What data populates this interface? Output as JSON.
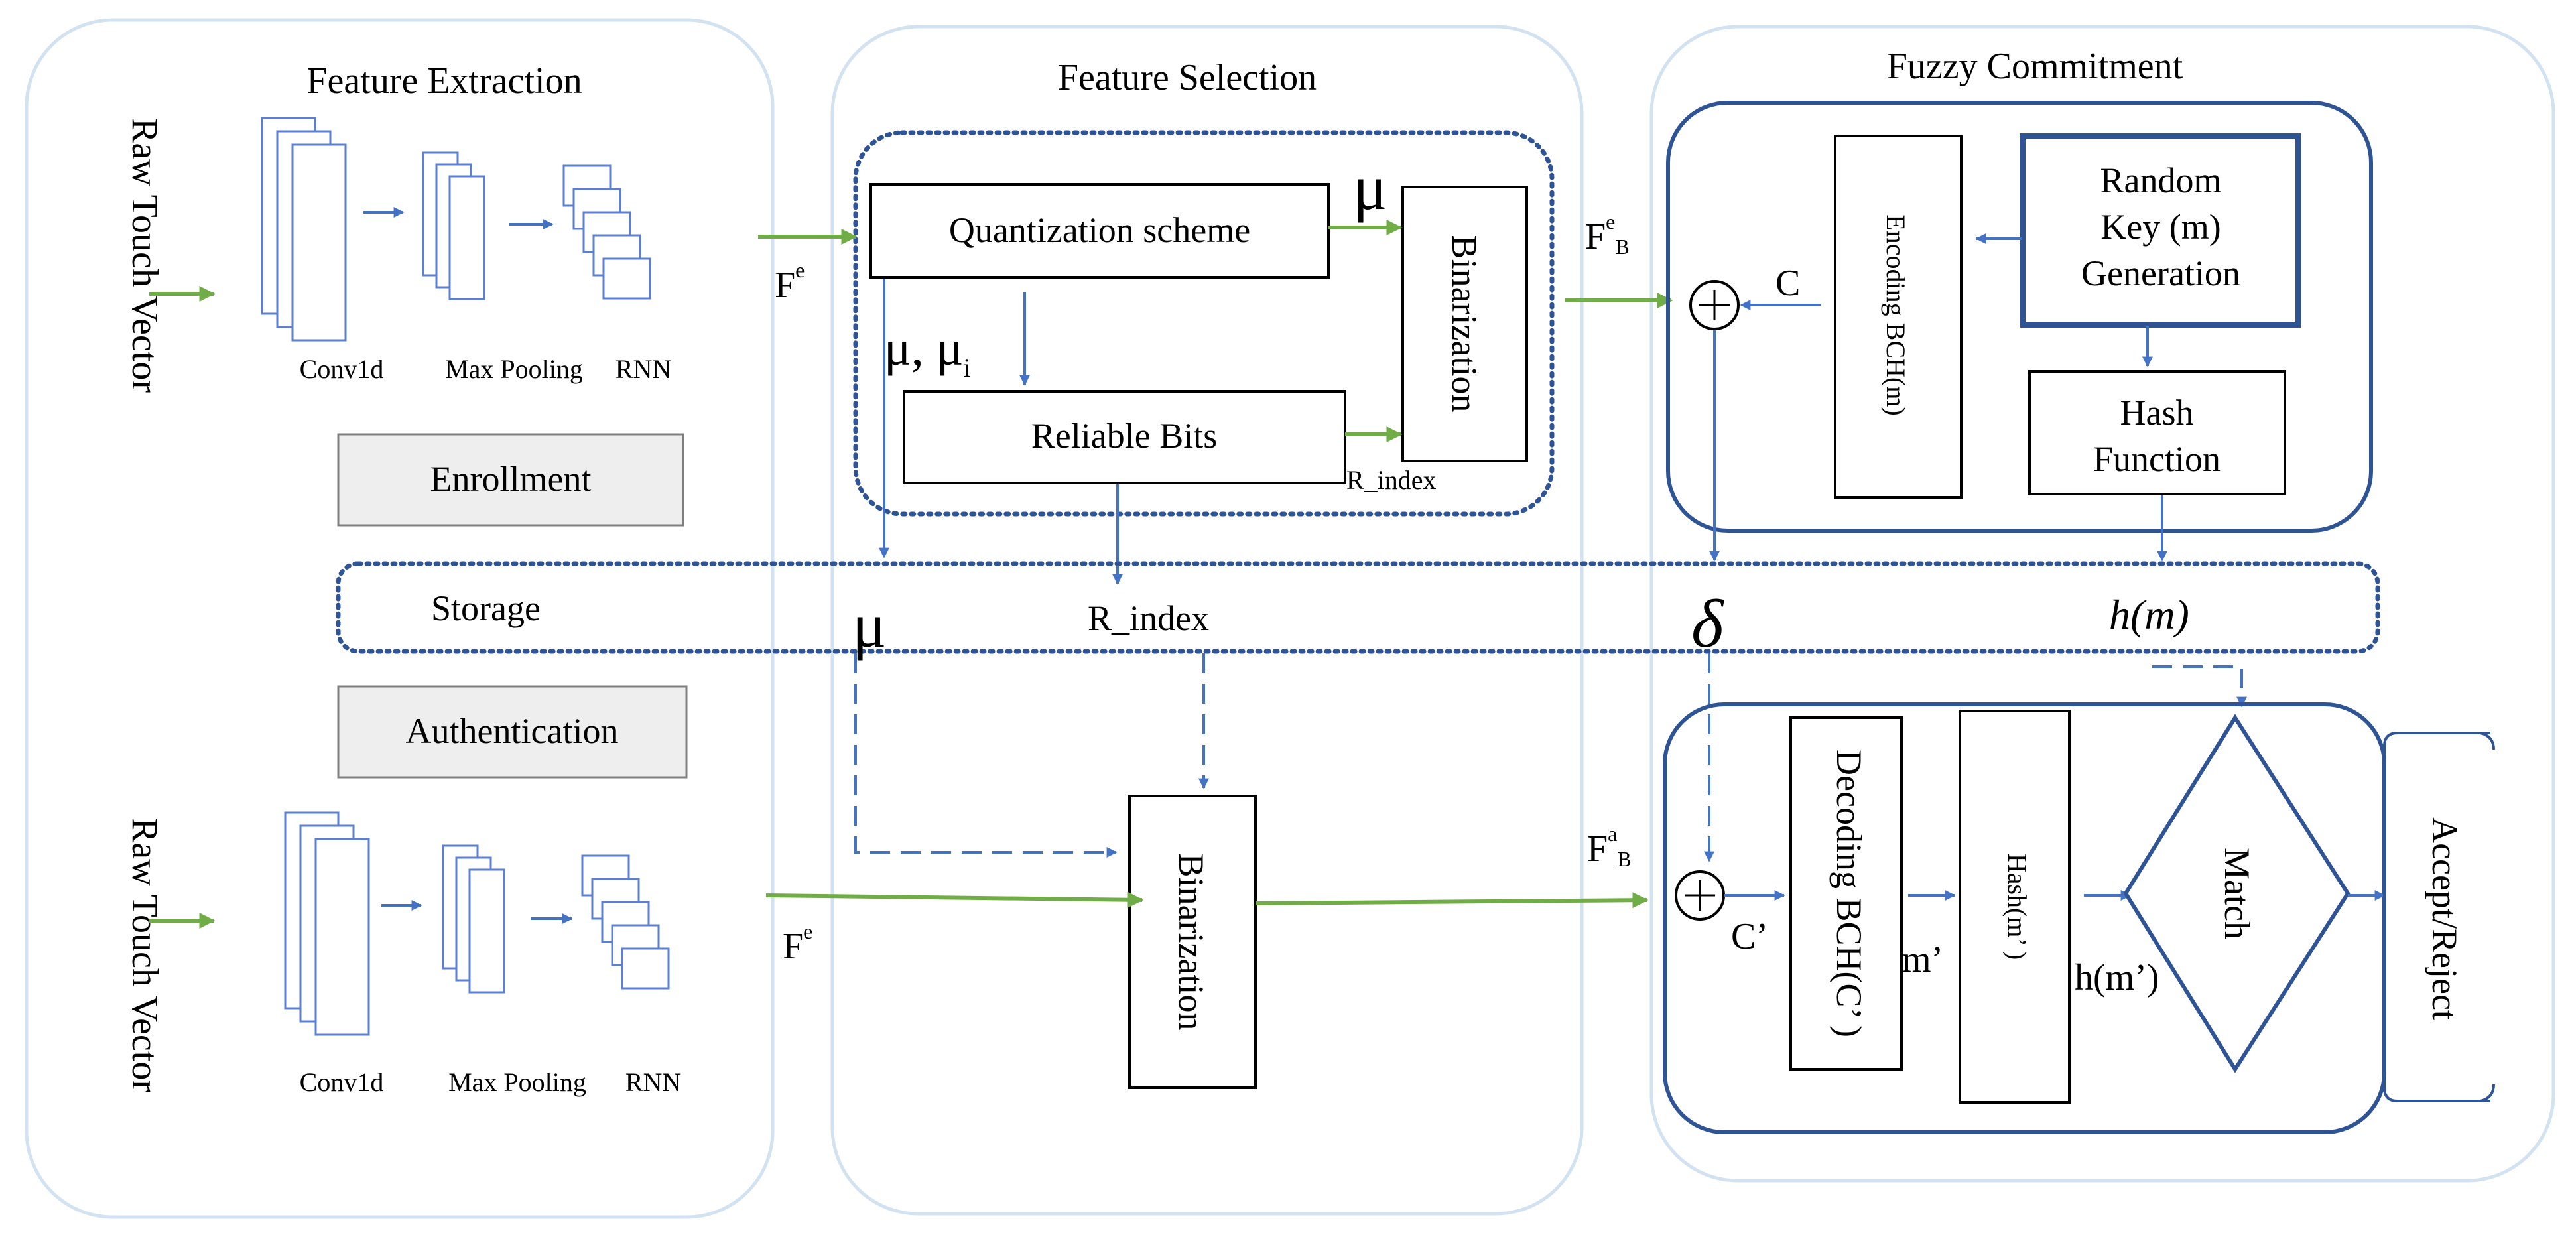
{
  "panels": {
    "feature_extraction": "Feature Extraction",
    "feature_selection": "Feature Selection",
    "fuzzy_commitment": "Fuzzy Commitment"
  },
  "inputs": {
    "enroll_raw": "Raw Touch Vector",
    "auth_raw": "Raw Touch Vector"
  },
  "layers": {
    "conv": "Conv1d",
    "pool": "Max Pooling",
    "rnn": "RNN"
  },
  "phases": {
    "enrollment": "Enrollment",
    "authentication": "Authentication"
  },
  "selection": {
    "quantization": "Quantization scheme",
    "reliable_bits": "Reliable Bits",
    "binarization": "Binarization",
    "auth_binarization": "Binarization",
    "mu": "μ",
    "mu_pair": "μ, μ",
    "mu_sub": "i",
    "r_index_small": "R_index"
  },
  "storage": {
    "label": "Storage",
    "mu": "μ",
    "r_index": "R_index",
    "delta": "δ",
    "hm": "h(m)"
  },
  "signals": {
    "fe_base": "F",
    "fe_sup": "e",
    "fb_base": "F",
    "fb_sub": "B",
    "enroll_fb_sup": "e",
    "auth_fb_sup": "a",
    "c": "C",
    "c_prime": "C’",
    "m_prime": "m’",
    "hm_prime": "h(m’)"
  },
  "fuzzy": {
    "encoding": "Encoding BCH(m)",
    "random_key_l1": "Random",
    "random_key_l2": "Key (m)",
    "random_key_l3": "Generation",
    "hash_l1": "Hash",
    "hash_l2": "Function",
    "decoding": "Decoding BCH(C’ )",
    "hash_m": "Hash(m’ )",
    "match": "Match",
    "accept_reject": "Accept/Reject"
  },
  "colors": {
    "panel_border": "#d3e2f0",
    "dark_blue": "#2f5496",
    "arrow_blue": "#4472c4",
    "arrow_green": "#70ad47",
    "gray_fill": "#eeeeee"
  }
}
